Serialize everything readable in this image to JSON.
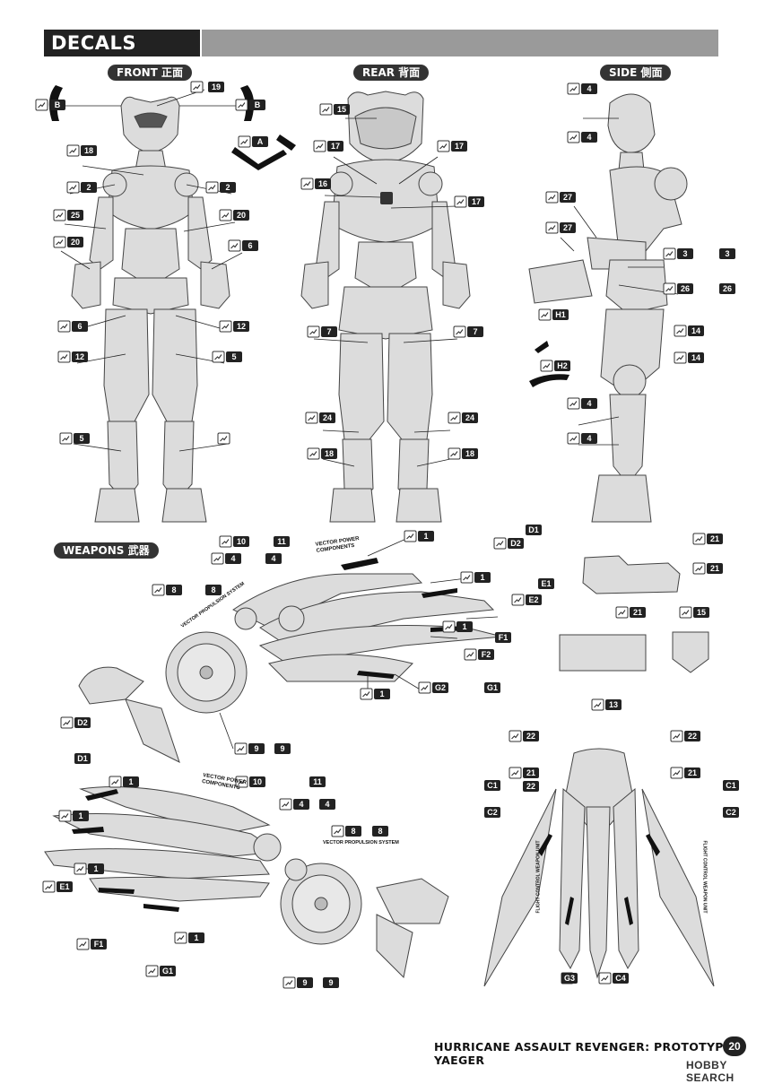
{
  "header": {
    "title": "DECALS GUIDE"
  },
  "sections": {
    "front": "FRONT 正面",
    "rear": "REAR 背面",
    "side": "SIDE 側面",
    "weapons": "WEAPONS 武器"
  },
  "callouts": {
    "front": [
      "B",
      "19",
      "B",
      "A",
      "18",
      "2",
      "2",
      "25",
      "20",
      "20",
      "6",
      "6",
      "12",
      "12",
      "5",
      "5"
    ],
    "rear": [
      "15",
      "17",
      "17",
      "16",
      "17",
      "7",
      "7",
      "24",
      "24",
      "18",
      "18"
    ],
    "side": [
      "4",
      "4",
      "27",
      "27",
      "3",
      "3",
      "26",
      "26",
      "H1",
      "H2",
      "14",
      "14",
      "4",
      "4"
    ],
    "weapons_top": [
      "10",
      "11",
      "4",
      "4",
      "8",
      "8",
      "1",
      "D1",
      "D2",
      "1",
      "E1",
      "E2",
      "1",
      "F1",
      "F2",
      "1",
      "G2",
      "G1",
      "9",
      "9"
    ],
    "weapons_bottom": [
      "D2",
      "D1",
      "1",
      "10",
      "11",
      "4",
      "4",
      "8",
      "8",
      "1",
      "1",
      "E1",
      "F1",
      "G1",
      "1",
      "9",
      "9"
    ],
    "parts_right": [
      "21",
      "21",
      "21",
      "15",
      "13",
      "22",
      "21",
      "22",
      "21",
      "22",
      "C1",
      "C2",
      "C2",
      "C1",
      "G3",
      "C4"
    ]
  },
  "labels": {
    "vector_power": "VECTOR POWER COMPONENTS",
    "vector_propulsion": "VECTOR PROPULSION SYSTEM",
    "flight_control": "FLIGHT CONTROL WEAPON UNIT"
  },
  "footer": {
    "title": "HURRICANE ASSAULT REVENGER: PROTOTYPE YAEGER",
    "page": "20"
  },
  "watermark": {
    "text": "©HOBBY SEARCH",
    "brand": "HOBBY SEARCH"
  },
  "colors": {
    "ink": "#222222",
    "bar": "#9a9a9a",
    "part": "#d9d9d9"
  }
}
